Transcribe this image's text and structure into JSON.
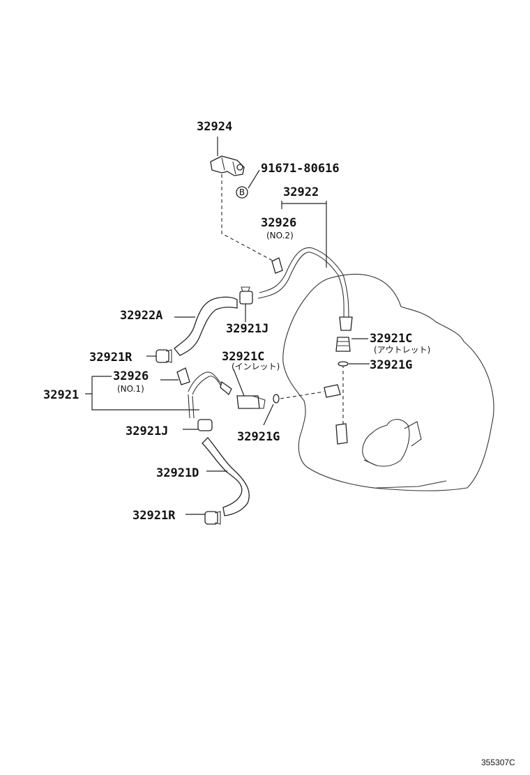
{
  "diagram": {
    "labels": {
      "p32924": "32924",
      "p91671": "91671-80616",
      "bolt_mark": "B",
      "p32922": "32922",
      "p32926_top": "32926",
      "no2": "(NO.2)",
      "p32922A": "32922A",
      "p32921J_top": "32921J",
      "p32921C_right": "32921C",
      "outlet": "(アウトレット)",
      "p32921G_right": "32921G",
      "p32921R_top": "32921R",
      "p32921C_left": "32921C",
      "inlet": "(インレット)",
      "p32926_bottom": "32926",
      "no1": "(NO.1)",
      "p32921": "32921",
      "p32921J_bottom": "32921J",
      "p32921G_left": "32921G",
      "p32921D": "32921D",
      "p32921R_bottom": "32921R",
      "ref_code": "355307C"
    }
  }
}
